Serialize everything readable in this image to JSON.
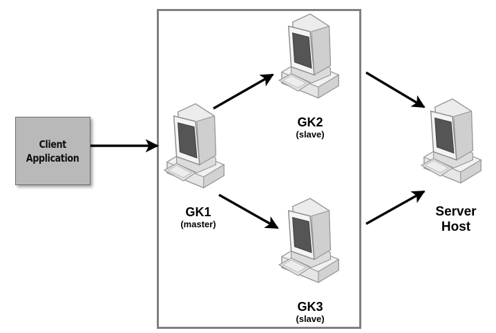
{
  "diagram": {
    "client": {
      "line1": "Client",
      "line2": "Application"
    },
    "nodes": [
      {
        "id": "gk1",
        "name": "GK1",
        "role": "(master)"
      },
      {
        "id": "gk2",
        "name": "GK2",
        "role": "(slave)"
      },
      {
        "id": "gk3",
        "name": "GK3",
        "role": "(slave)"
      }
    ],
    "server": {
      "line1": "Server",
      "line2": "Host"
    },
    "edges": [
      {
        "from": "client",
        "to": "gk1"
      },
      {
        "from": "gk1",
        "to": "gk2"
      },
      {
        "from": "gk1",
        "to": "gk3"
      },
      {
        "from": "gk2",
        "to": "server"
      },
      {
        "from": "gk3",
        "to": "server"
      }
    ],
    "colors": {
      "box_border": "#7f7f7f",
      "client_fill": "#b9b9b9",
      "screen": "#555555",
      "computer_body": "#e8e8e8"
    }
  }
}
